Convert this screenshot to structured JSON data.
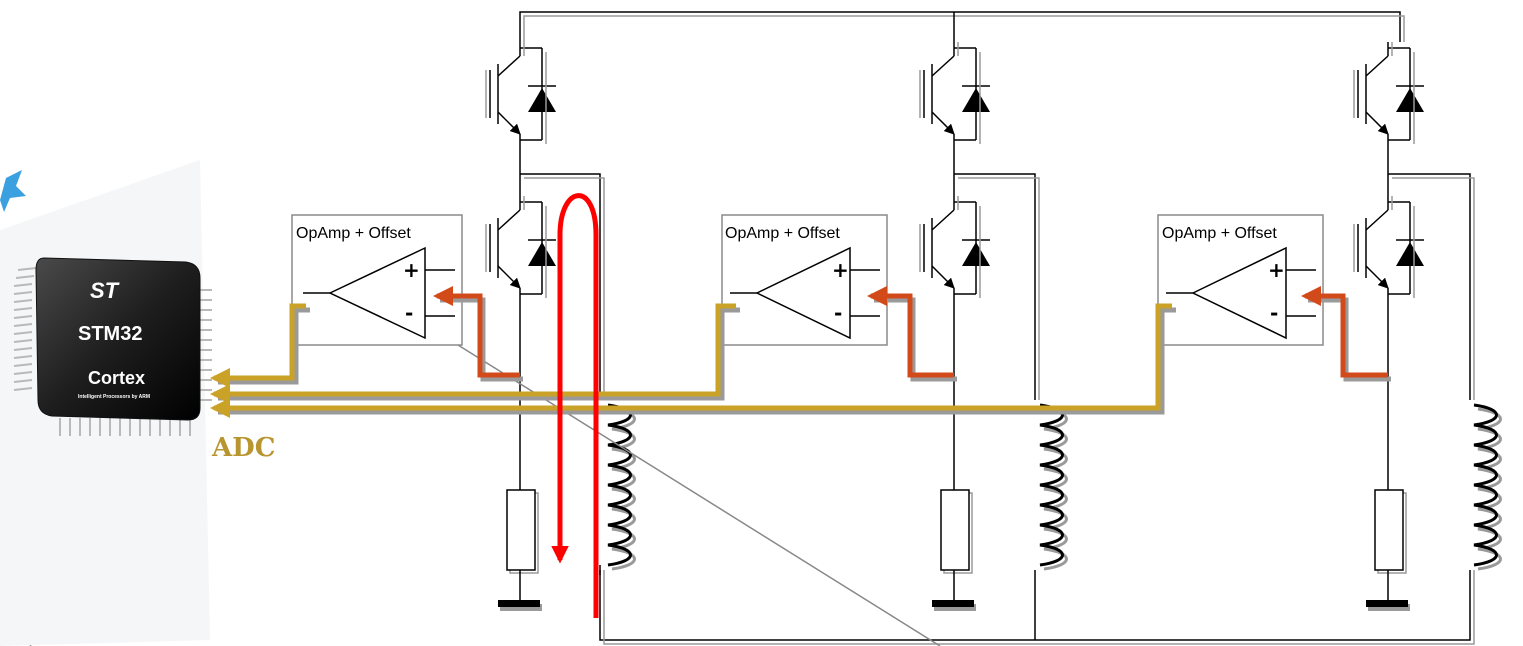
{
  "opamps": [
    {
      "label": "OpAmp + Offset",
      "plus": "+",
      "minus": "-"
    },
    {
      "label": "OpAmp + Offset",
      "plus": "+",
      "minus": "-"
    },
    {
      "label": "OpAmp + Offset",
      "plus": "+",
      "minus": "-"
    }
  ],
  "mcu": {
    "logo": "ST",
    "name": "STM32",
    "core": "Cortex",
    "tagline": "Intelligent Processors by ARM"
  },
  "adc_label": "ADC",
  "colors": {
    "adc_line": "#c9a227",
    "sense_arrow": "#d24a1a",
    "current_loop": "#ff0000",
    "chip_body": "#1e1e1e"
  }
}
